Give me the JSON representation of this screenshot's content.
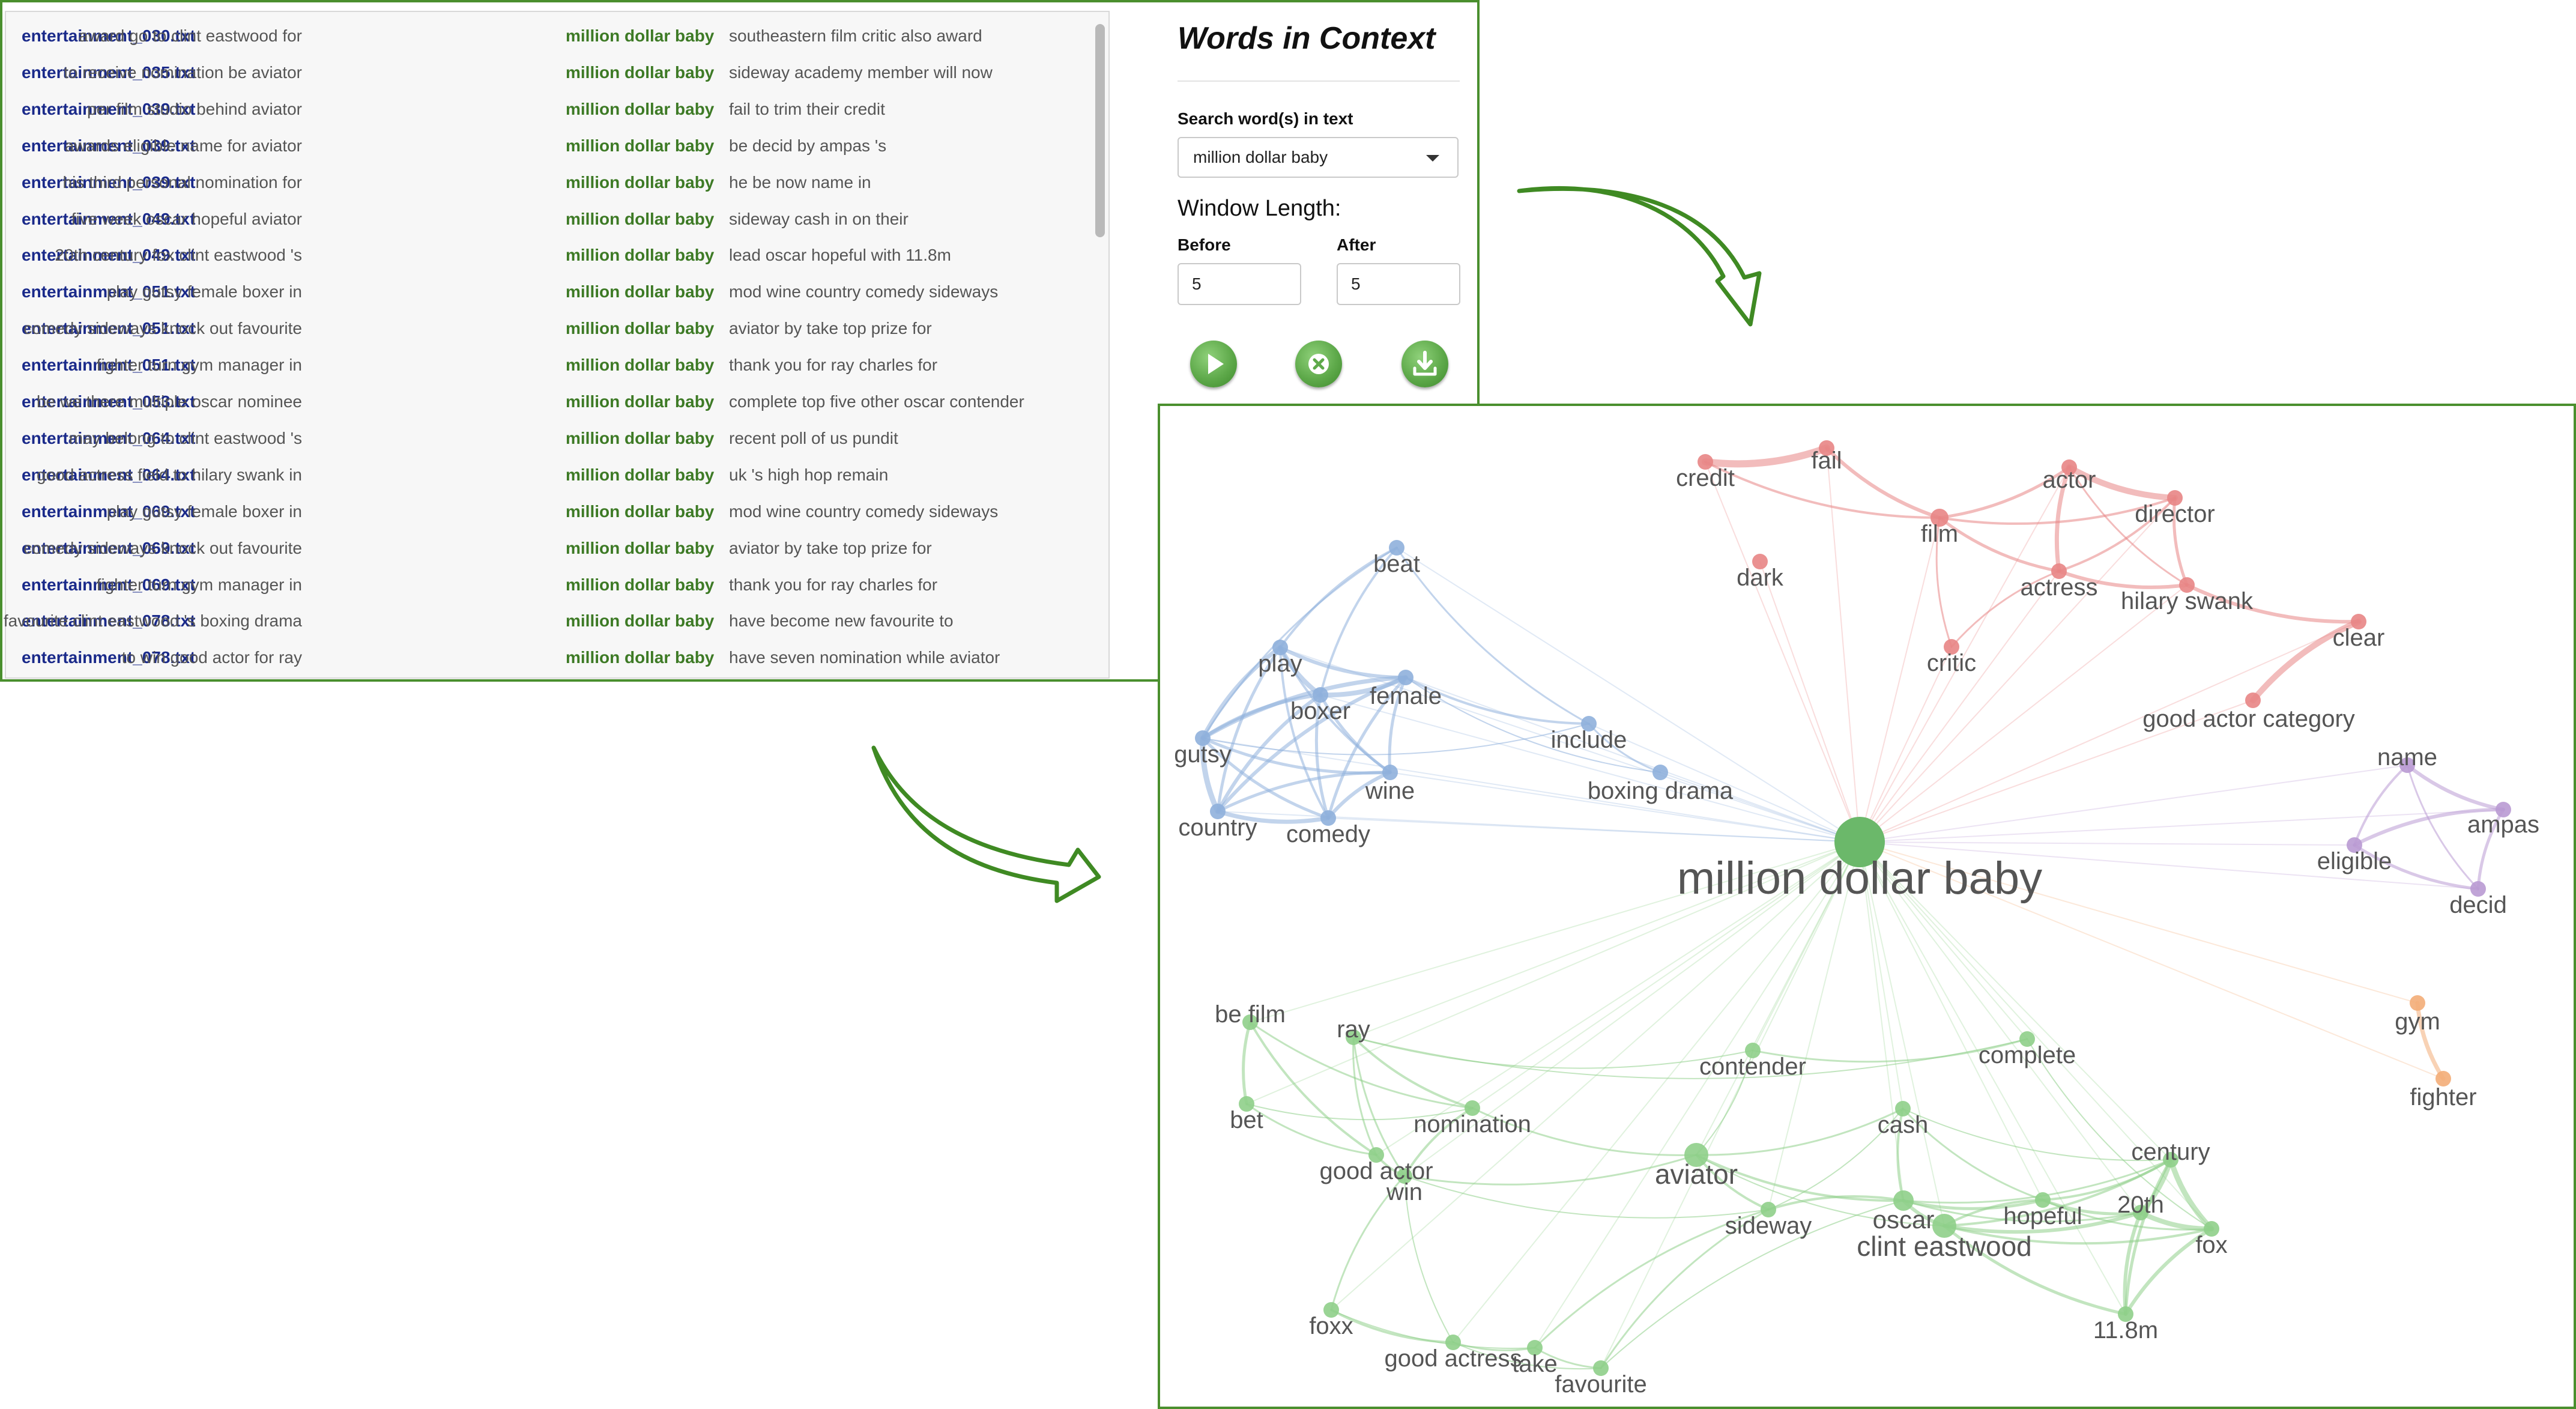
{
  "kwic": {
    "rows": [
      {
        "file": "entertainment_030.txt",
        "left": "award go to clint eastwood for",
        "keyword": "million dollar baby",
        "right": "southeastern film critic also award"
      },
      {
        "file": "entertainment_035.txt",
        "left": "to receive nomination be aviator",
        "keyword": "million dollar baby",
        "right": "sideway academy member will now"
      },
      {
        "file": "entertainment_039.txt",
        "left": "per film studio behind aviator",
        "keyword": "million dollar baby",
        "right": "fail to trim their credit"
      },
      {
        "file": "entertainment_039.txt",
        "left": "awards eligible name for aviator",
        "keyword": "million dollar baby",
        "right": "be decid by ampas 's"
      },
      {
        "file": "entertainment_039.txt",
        "left": "his third personal nomination for",
        "keyword": "million dollar baby",
        "right": "he be now name in"
      },
      {
        "file": "entertainment_049.txt",
        "left": "five week oscar hopeful aviator",
        "keyword": "million dollar baby",
        "right": "sideway cash in on their"
      },
      {
        "file": "entertainment_049.txt",
        "left": "20th century fox clint eastwood 's",
        "keyword": "million dollar baby",
        "right": "lead oscar hopeful with 11.8m"
      },
      {
        "file": "entertainment_051.txt",
        "left": "play gutsy female boxer in",
        "keyword": "million dollar baby",
        "right": "mod wine country comedy sideways"
      },
      {
        "file": "entertainment_051.txt",
        "left": "comedy sideways knock out favourite",
        "keyword": "million dollar baby",
        "right": "aviator by take top prize for"
      },
      {
        "file": "entertainment_051.txt",
        "left": "fighter turn gym manager in",
        "keyword": "million dollar baby",
        "right": "thank you for ray charles for"
      },
      {
        "file": "entertainment_053.txt",
        "left": "be we there multiple oscar nominee",
        "keyword": "million dollar baby",
        "right": "complete top five other oscar contender"
      },
      {
        "file": "entertainment_064.txt",
        "left": "may belong to clint eastwood 's",
        "keyword": "million dollar baby",
        "right": "recent poll of us pundit"
      },
      {
        "file": "entertainment_064.txt",
        "left": "good actress field to hilary swank in",
        "keyword": "million dollar baby",
        "right": "uk 's high hop remain"
      },
      {
        "file": "entertainment_069.txt",
        "left": "play gutsy female boxer in",
        "keyword": "million dollar baby",
        "right": "mod wine country comedy sideways"
      },
      {
        "file": "entertainment_069.txt",
        "left": "comedy sideways knock out favourite",
        "keyword": "million dollar baby",
        "right": "aviator by take top prize for"
      },
      {
        "file": "entertainment_069.txt",
        "left": "fighter turn gym manager in",
        "keyword": "million dollar baby",
        "right": "thank you for ray charles for"
      },
      {
        "file": "entertainment_078.txt",
        "left": "oscar favourite clint eastwood 's boxing drama",
        "keyword": "million dollar baby",
        "right": "have become new favourite to"
      },
      {
        "file": "entertainment_078.txt",
        "left": "to win good actor for ray",
        "keyword": "million dollar baby",
        "right": "have seven nomination while aviator"
      }
    ]
  },
  "controls": {
    "title": "Words in Context",
    "search_label": "Search word(s) in text",
    "search_value": "million dollar baby",
    "window_label": "Window Length:",
    "before_label": "Before",
    "after_label": "After",
    "before_value": "5",
    "after_value": "5",
    "buttons": [
      {
        "name": "run-button",
        "icon": "play-icon"
      },
      {
        "name": "clear-button",
        "icon": "close-icon"
      },
      {
        "name": "download-button",
        "icon": "download-icon"
      }
    ]
  },
  "network": {
    "center": "million dollar baby",
    "colors": {
      "red": "#e88585",
      "blue": "#8fb0dc",
      "purple": "#b99ad3",
      "orange": "#f3ad78",
      "green": "#8fcf8a",
      "center": "#6bb86a",
      "label": "#555555",
      "label_dark": "#222222"
    },
    "nodes": [
      {
        "id": "million dollar baby",
        "group": "center"
      },
      {
        "id": "credit",
        "group": "red"
      },
      {
        "id": "fail",
        "group": "red"
      },
      {
        "id": "film",
        "group": "red"
      },
      {
        "id": "actor",
        "group": "red"
      },
      {
        "id": "director",
        "group": "red"
      },
      {
        "id": "dark",
        "group": "red"
      },
      {
        "id": "actress",
        "group": "red"
      },
      {
        "id": "hilary swank",
        "group": "red"
      },
      {
        "id": "critic",
        "group": "red"
      },
      {
        "id": "clear",
        "group": "red"
      },
      {
        "id": "good actor category",
        "group": "red"
      },
      {
        "id": "beat",
        "group": "blue"
      },
      {
        "id": "play",
        "group": "blue"
      },
      {
        "id": "boxer",
        "group": "blue"
      },
      {
        "id": "female",
        "group": "blue"
      },
      {
        "id": "include",
        "group": "blue"
      },
      {
        "id": "gutsy",
        "group": "blue"
      },
      {
        "id": "wine",
        "group": "blue"
      },
      {
        "id": "boxing drama",
        "group": "blue"
      },
      {
        "id": "country",
        "group": "blue"
      },
      {
        "id": "comedy",
        "group": "blue"
      },
      {
        "id": "name",
        "group": "purple"
      },
      {
        "id": "ampas",
        "group": "purple"
      },
      {
        "id": "eligible",
        "group": "purple"
      },
      {
        "id": "decid",
        "group": "purple"
      },
      {
        "id": "gym",
        "group": "orange"
      },
      {
        "id": "fighter",
        "group": "orange"
      },
      {
        "id": "be film",
        "group": "green"
      },
      {
        "id": "ray",
        "group": "green"
      },
      {
        "id": "contender",
        "group": "green"
      },
      {
        "id": "complete",
        "group": "green"
      },
      {
        "id": "bet",
        "group": "green"
      },
      {
        "id": "nomination",
        "group": "green"
      },
      {
        "id": "cash",
        "group": "green"
      },
      {
        "id": "century",
        "group": "green"
      },
      {
        "id": "good actor",
        "group": "green"
      },
      {
        "id": "win",
        "group": "green"
      },
      {
        "id": "aviator",
        "group": "green",
        "emphasis": true
      },
      {
        "id": "sideway",
        "group": "green"
      },
      {
        "id": "oscar",
        "group": "green",
        "emphasis": true
      },
      {
        "id": "hopeful",
        "group": "green"
      },
      {
        "id": "20th",
        "group": "green"
      },
      {
        "id": "fox",
        "group": "green"
      },
      {
        "id": "clint eastwood",
        "group": "green",
        "emphasis": true
      },
      {
        "id": "foxx",
        "group": "green"
      },
      {
        "id": "good actress",
        "group": "green"
      },
      {
        "id": "take",
        "group": "green"
      },
      {
        "id": "favourite",
        "group": "green"
      },
      {
        "id": "11.8m",
        "group": "green"
      }
    ]
  }
}
